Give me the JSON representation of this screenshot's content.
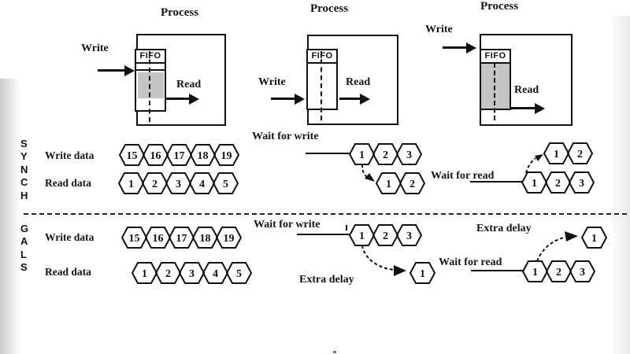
{
  "colors": {
    "background": "#ffffff",
    "ink": "#151515",
    "fifo_fill": "#c4c4c4"
  },
  "processes": [
    {
      "title": "Process",
      "fifo_label": "FIFO",
      "write_label": "Write",
      "read_label": "Read",
      "fifo_state": "half-full"
    },
    {
      "title": "Process",
      "fifo_label": "FIFO",
      "write_label": "Write",
      "read_label": "Read",
      "fifo_state": "empty"
    },
    {
      "title": "Process",
      "fifo_label": "FIFO",
      "write_label": "Write",
      "read_label": "Read",
      "fifo_state": "full"
    }
  ],
  "synch": {
    "side_label": "SYNCH",
    "write_row_label": "Write data",
    "read_row_label": "Read data",
    "write_values": [
      "15",
      "16",
      "17",
      "18",
      "19"
    ],
    "read_values": [
      "1",
      "2",
      "3",
      "4",
      "5"
    ],
    "wait_for_write": {
      "label": "Wait for write",
      "top_values": [
        "1",
        "2",
        "3"
      ],
      "bottom_values": [
        "1",
        "2"
      ]
    },
    "wait_for_read": {
      "label": "Wait for read",
      "top_values": [
        "1",
        "2"
      ],
      "bottom_values": [
        "1",
        "2",
        "3"
      ]
    }
  },
  "gals": {
    "side_label": "GALS",
    "write_row_label": "Write data",
    "read_row_label": "Read data",
    "write_values": [
      "15",
      "16",
      "17",
      "18",
      "19"
    ],
    "read_values": [
      "1",
      "2",
      "3",
      "4",
      "5"
    ],
    "wait_for_write": {
      "label": "Wait for write",
      "extra_delay_label": "Extra delay",
      "row_values": [
        "1",
        "2",
        "3"
      ],
      "delayed_values": [
        "1"
      ]
    },
    "wait_for_read": {
      "label": "Wait for read",
      "extra_delay_label": "Extra delay",
      "row_values": [
        "1",
        "2",
        "3"
      ],
      "delayed_values": [
        "1"
      ]
    }
  }
}
